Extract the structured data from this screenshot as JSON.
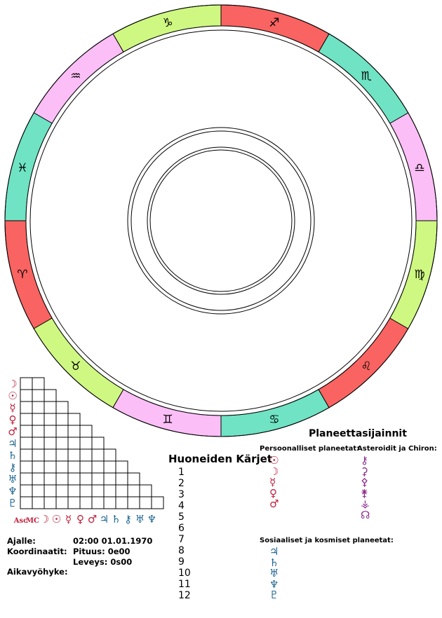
{
  "zodiac": {
    "signs": [
      {
        "glyph": "♈",
        "color": "#f96361"
      },
      {
        "glyph": "♉",
        "color": "#cef882"
      },
      {
        "glyph": "♊",
        "color": "#fbbef6"
      },
      {
        "glyph": "♋",
        "color": "#6fe3c4"
      },
      {
        "glyph": "♌",
        "color": "#f96361"
      },
      {
        "glyph": "♍",
        "color": "#cef882"
      },
      {
        "glyph": "♎",
        "color": "#fbbef6"
      },
      {
        "glyph": "♏",
        "color": "#6fe3c4"
      },
      {
        "glyph": "♐",
        "color": "#f96361"
      },
      {
        "glyph": "♑",
        "color": "#cef882"
      },
      {
        "glyph": "♒",
        "color": "#fbbef6"
      },
      {
        "glyph": "♓",
        "color": "#6fe3c4"
      }
    ]
  },
  "aspect_grid": {
    "row_planets": [
      {
        "glyph": "☽",
        "color": "#c0203a"
      },
      {
        "glyph": "☉",
        "color": "#c0203a"
      },
      {
        "glyph": "☿",
        "color": "#c0203a"
      },
      {
        "glyph": "♀",
        "color": "#c0203a"
      },
      {
        "glyph": "♂",
        "color": "#c0203a"
      },
      {
        "glyph": "♃",
        "color": "#1f6690"
      },
      {
        "glyph": "♄",
        "color": "#1f6690"
      },
      {
        "glyph": "⚷",
        "color": "#1f6690"
      },
      {
        "glyph": "♅",
        "color": "#1f6690"
      },
      {
        "glyph": "♆",
        "color": "#1f6690"
      },
      {
        "glyph": "♇",
        "color": "#1f6690"
      }
    ],
    "col_labels": [
      {
        "glyph": "Asc",
        "color": "#c0203a"
      },
      {
        "glyph": "MC",
        "color": "#c0203a"
      },
      {
        "glyph": "☽",
        "color": "#c0203a"
      },
      {
        "glyph": "☉",
        "color": "#c0203a"
      },
      {
        "glyph": "☿",
        "color": "#c0203a"
      },
      {
        "glyph": "♀",
        "color": "#c0203a"
      },
      {
        "glyph": "♂",
        "color": "#c0203a"
      },
      {
        "glyph": "♃",
        "color": "#1f6690"
      },
      {
        "glyph": "♄",
        "color": "#1f6690"
      },
      {
        "glyph": "⚷",
        "color": "#1f6690"
      },
      {
        "glyph": "♅",
        "color": "#1f6690"
      },
      {
        "glyph": "♆",
        "color": "#1f6690"
      }
    ]
  },
  "info": {
    "time_label": "Ajalle:",
    "time_value": "02:00 01.01.1970",
    "coords_label": "Koordinaatit:",
    "longitude": "Pituus: 0e00",
    "latitude": "Leveys: 0s00",
    "timezone_label": "Aikavyöhyke:"
  },
  "houses": {
    "title": "Huoneiden Kärjet",
    "items": [
      "1",
      "2",
      "3",
      "4",
      "5",
      "6",
      "7",
      "8",
      "9",
      "10",
      "11",
      "12"
    ]
  },
  "planets": {
    "title": "Planeettasijainnit",
    "personal_label": "Persoonalliset planeetat:",
    "personal": [
      "☉",
      "☽",
      "☿",
      "♀",
      "♂"
    ],
    "asteroids_label": "Asteroidit ja Chiron:",
    "asteroids": [
      "⚷",
      "⚳",
      "⚴",
      "⚵",
      "⚶",
      "☊"
    ],
    "social_label": "Sosiaaliset ja kosmiset planeetat:",
    "social": [
      "♃",
      "♄",
      "♅",
      "♆",
      "♇"
    ],
    "colors": {
      "personal": "#c0203a",
      "asteroids": "#8b2a8c",
      "social": "#1f6690"
    }
  }
}
